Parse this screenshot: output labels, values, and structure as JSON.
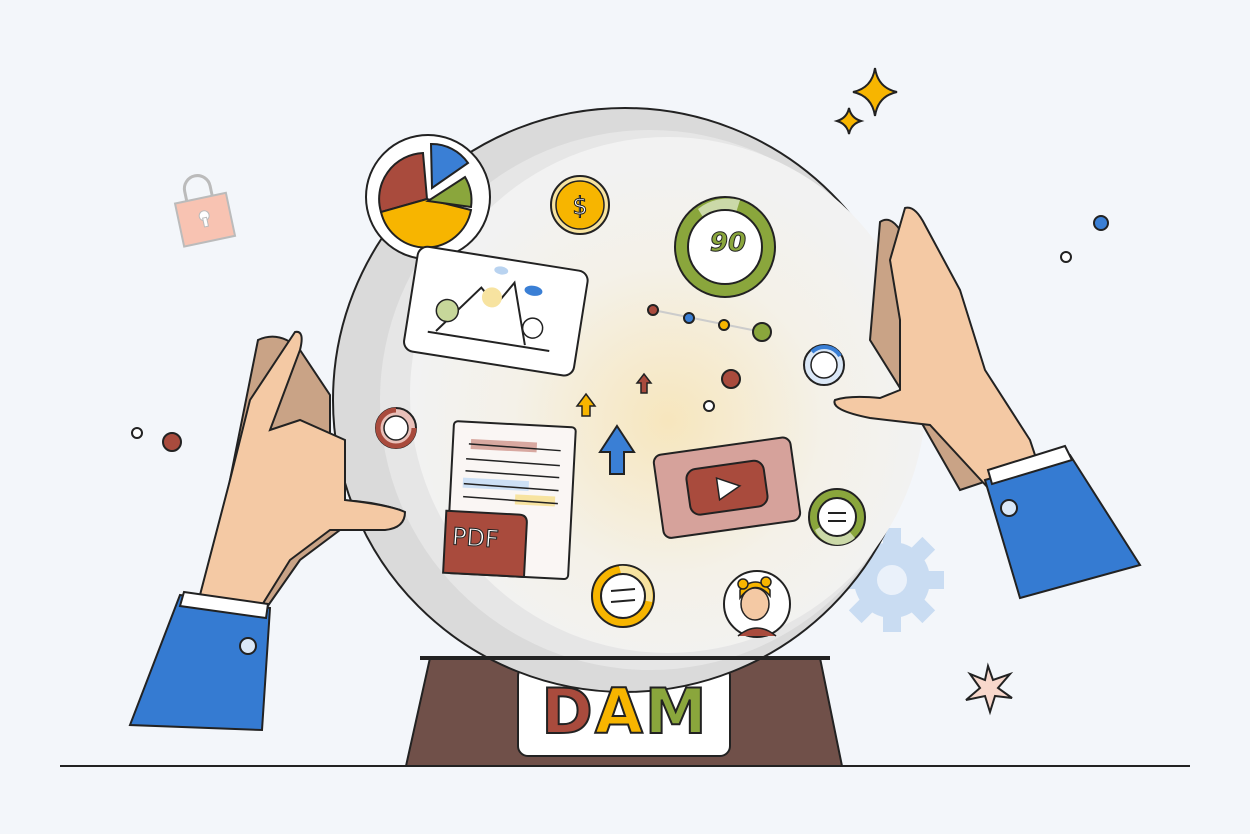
{
  "illustration": {
    "title": "DAM",
    "title_letters": [
      {
        "char": "D",
        "color": "#a94b3d"
      },
      {
        "char": "A",
        "color": "#f7b500"
      },
      {
        "char": "M",
        "color": "#8aa63c"
      }
    ],
    "pdf_label": "PDF",
    "score_value": "90",
    "dollar_symbol": "$",
    "icons": [
      "crystal-ball",
      "pie-chart",
      "dollar-coin",
      "score-ring",
      "image-card",
      "pdf-document",
      "video-player",
      "user-avatar",
      "lock",
      "gear",
      "sparkles",
      "arrows",
      "progress-rings",
      "hands"
    ]
  },
  "colors": {
    "background": "#f3f6fa",
    "red": "#a94b3d",
    "yellow": "#f7b500",
    "green": "#8aa63c",
    "blue": "#3a7fd5",
    "skin": "#f4c9a4",
    "skin_dark": "#c9a386",
    "base": "#705049",
    "sleeve": "#357bd2",
    "outline": "#222222"
  }
}
